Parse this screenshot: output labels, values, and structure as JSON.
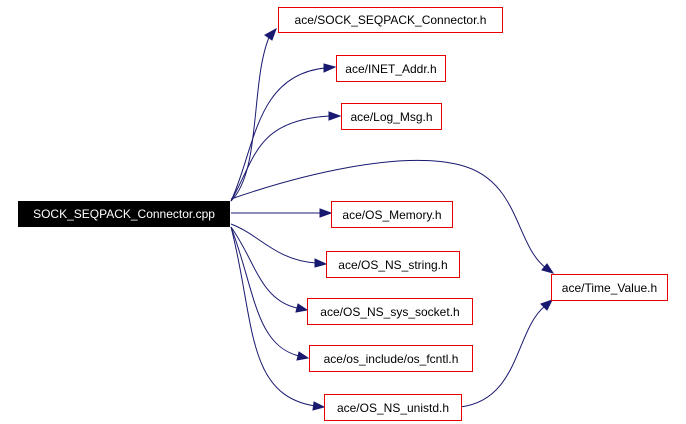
{
  "root": {
    "label": "SOCK_SEQPACK_Connector.cpp"
  },
  "deps": [
    {
      "id": "sock_seqpack_connector_h",
      "label": "ace/SOCK_SEQPACK_Connector.h"
    },
    {
      "id": "inet_addr_h",
      "label": "ace/INET_Addr.h"
    },
    {
      "id": "log_msg_h",
      "label": "ace/Log_Msg.h"
    },
    {
      "id": "os_memory_h",
      "label": "ace/OS_Memory.h"
    },
    {
      "id": "os_ns_string_h",
      "label": "ace/OS_NS_string.h"
    },
    {
      "id": "os_ns_sys_socket_h",
      "label": "ace/OS_NS_sys_socket.h"
    },
    {
      "id": "os_fcntl_h",
      "label": "ace/os_include/os_fcntl.h"
    },
    {
      "id": "os_ns_unistd_h",
      "label": "ace/OS_NS_unistd.h"
    },
    {
      "id": "time_value_h",
      "label": "ace/Time_Value.h"
    }
  ],
  "colors": {
    "edge": "#191970",
    "node_border": "#e60000",
    "root_fill": "#000000",
    "root_text": "#ffffff"
  }
}
